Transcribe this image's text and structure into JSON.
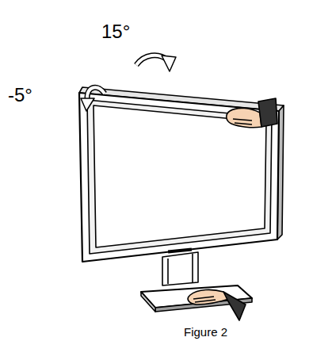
{
  "diagram": {
    "caption": "Figure 2",
    "labels": [
      "15°",
      "-5°"
    ]
  }
}
